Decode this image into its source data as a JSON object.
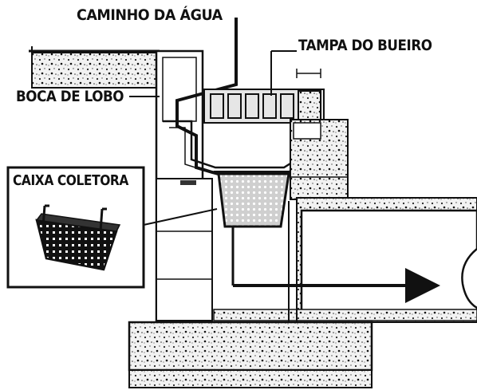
{
  "labels": {
    "water_path": "CAMINHO DA ÁGUA",
    "manhole_cover": "TAMPA DO BUEIRO",
    "curb_inlet": "BOCA DE LOBO",
    "collector_box": "CAIXA COLETORA"
  }
}
